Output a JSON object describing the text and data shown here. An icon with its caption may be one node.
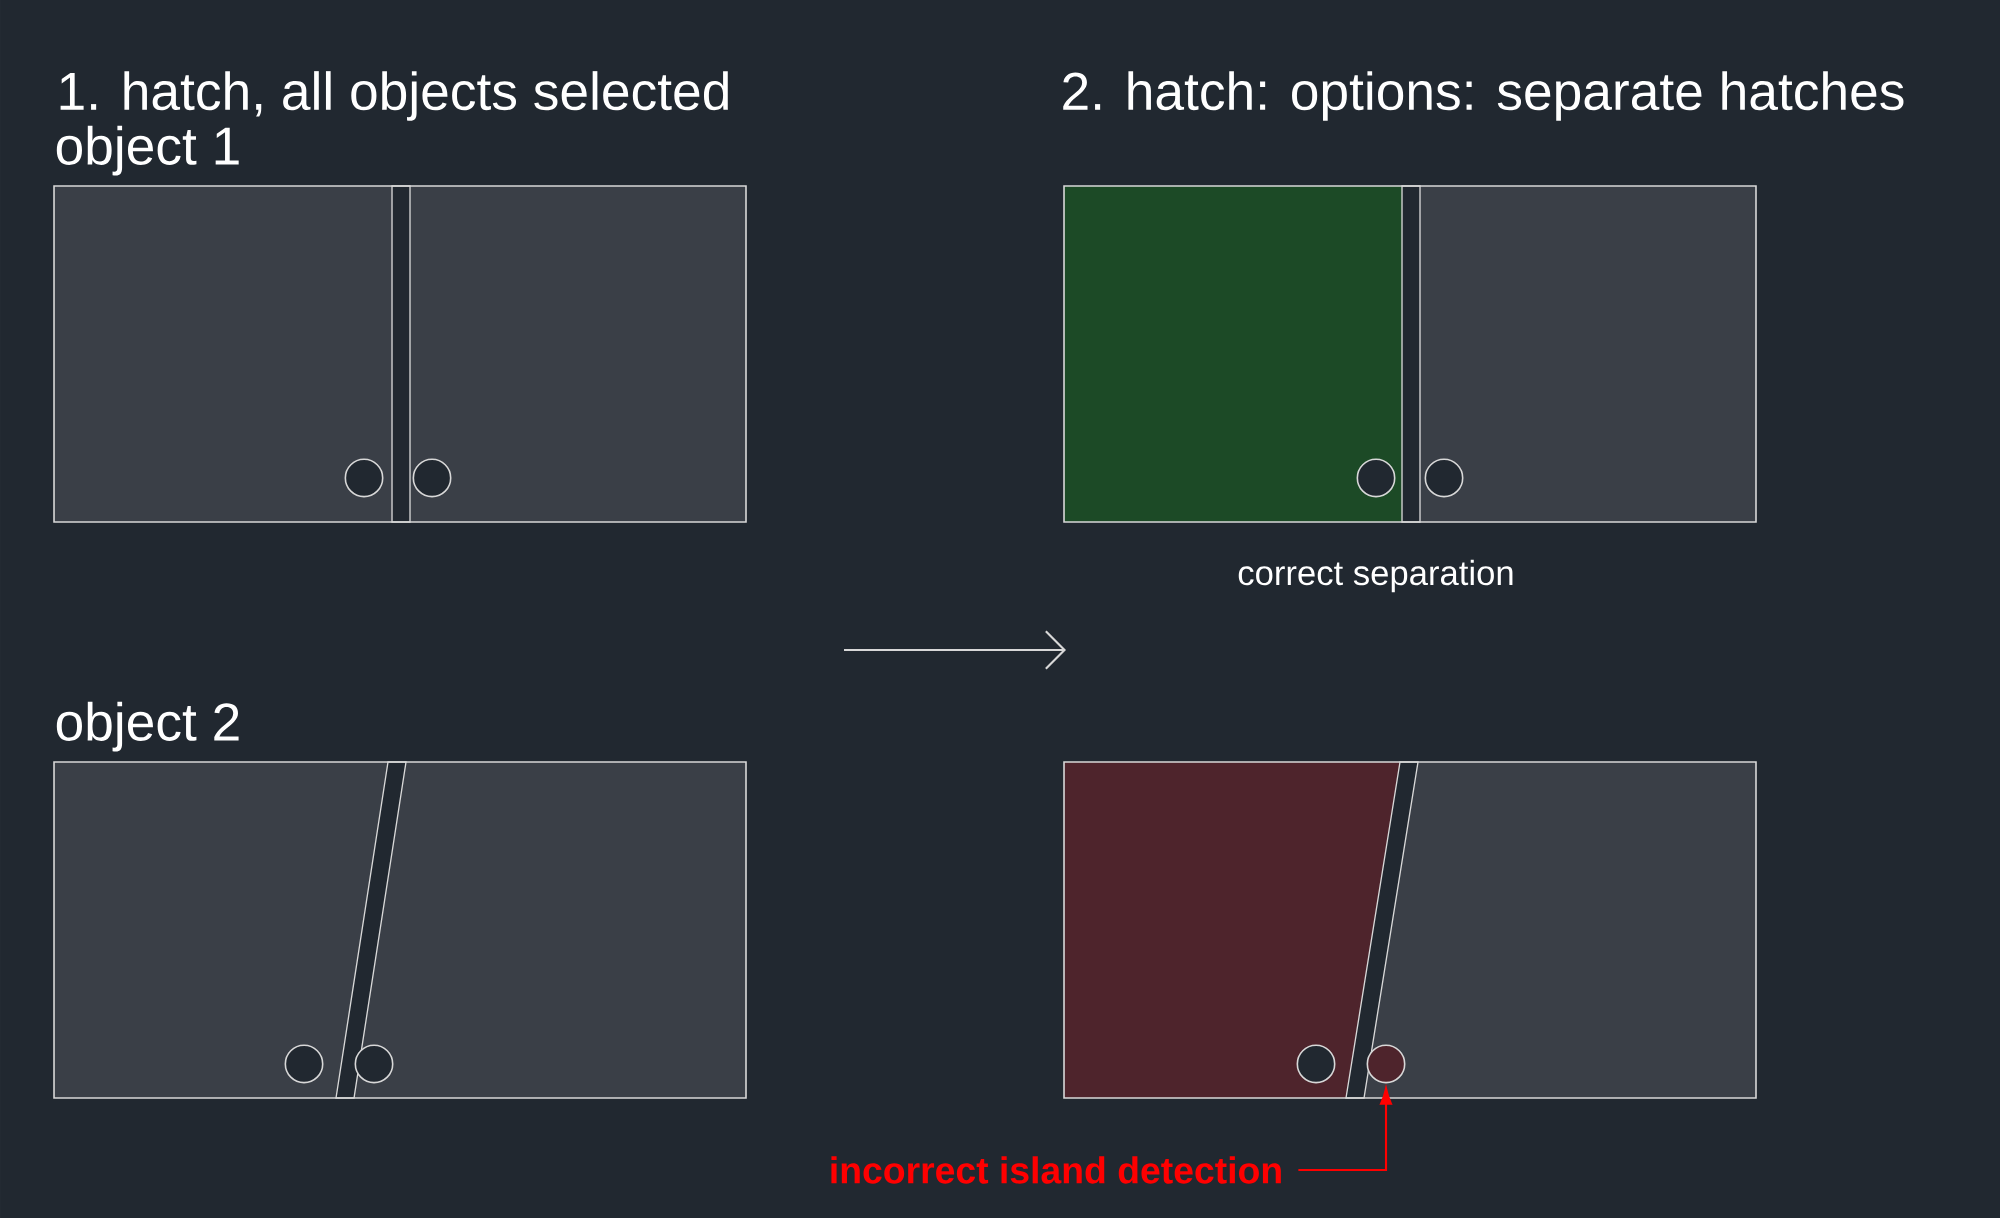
{
  "diagram": {
    "nodes": [
      {
        "text": [
          "object 1"
        ]
      },
      {
        "text": [
          "object 2"
        ]
      },
      {
        "text": [],
        "shape": "box",
        "beside": [
          "correct separation"
        ]
      },
      {
        "text": [],
        "shape": "box"
      },
      {
        "text": [],
        "shape": "circle",
        "in": 3
      },
      {
        "text": [
          "incorrect island detection"
        ]
      }
    ],
    "edges": [
      {
        "from": 5,
        "to": 4,
        "arrow": "to",
        "color": "#ff0000"
      }
    ],
    "labels": [
      "1. hatch, all objects selected",
      "2. hatch: options: separate hatches"
    ]
  }
}
